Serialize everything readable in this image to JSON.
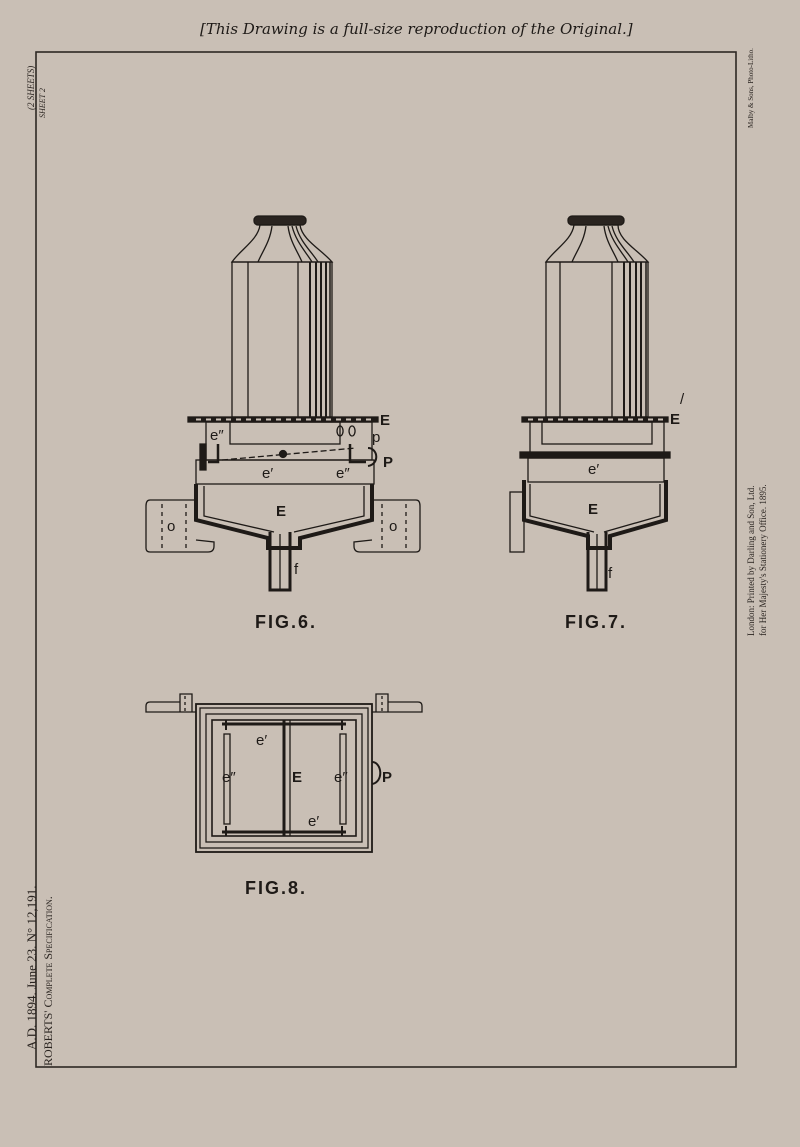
{
  "heading": "[This Drawing is a full-size reproduction of the Original.]",
  "side": {
    "sheets_note": "(2 SHEETS)",
    "sheet_no": "SHEET 2",
    "spec_line_1": "A.D. 1894. June 23. N° 12,191.",
    "spec_line_2": "ROBERTS' Complete Specification.",
    "maker": "Malby & Sons, Photo-Litho.",
    "printer_line_1": "London: Printed by Darling and Son, Ltd.",
    "printer_line_2": "for Her Majesty's Stationery Office. 1895."
  },
  "figures": {
    "fig6": {
      "caption": "FIG.6.",
      "labels": {
        "E_top": "E",
        "E_inner": "E",
        "e2_left": "e″",
        "e1": "e′",
        "e2_right": "e″",
        "p_small": "p",
        "P": "P",
        "o_left": "o",
        "o_right": "o",
        "f": "f"
      }
    },
    "fig7": {
      "caption": "FIG.7.",
      "labels": {
        "E_top": "E",
        "E_mark": "/",
        "e1": "e′",
        "E_inner": "E",
        "f": "f"
      }
    },
    "fig8": {
      "caption": "FIG.8.",
      "labels": {
        "e1_top": "e′",
        "e2_left": "e″",
        "E": "E",
        "e2_right": "e″",
        "P": "P",
        "e1_bottom": "e′"
      }
    }
  },
  "colors": {
    "paper": "#c9bfb5",
    "ink": "#1e1a17",
    "border": "#2e2824"
  }
}
